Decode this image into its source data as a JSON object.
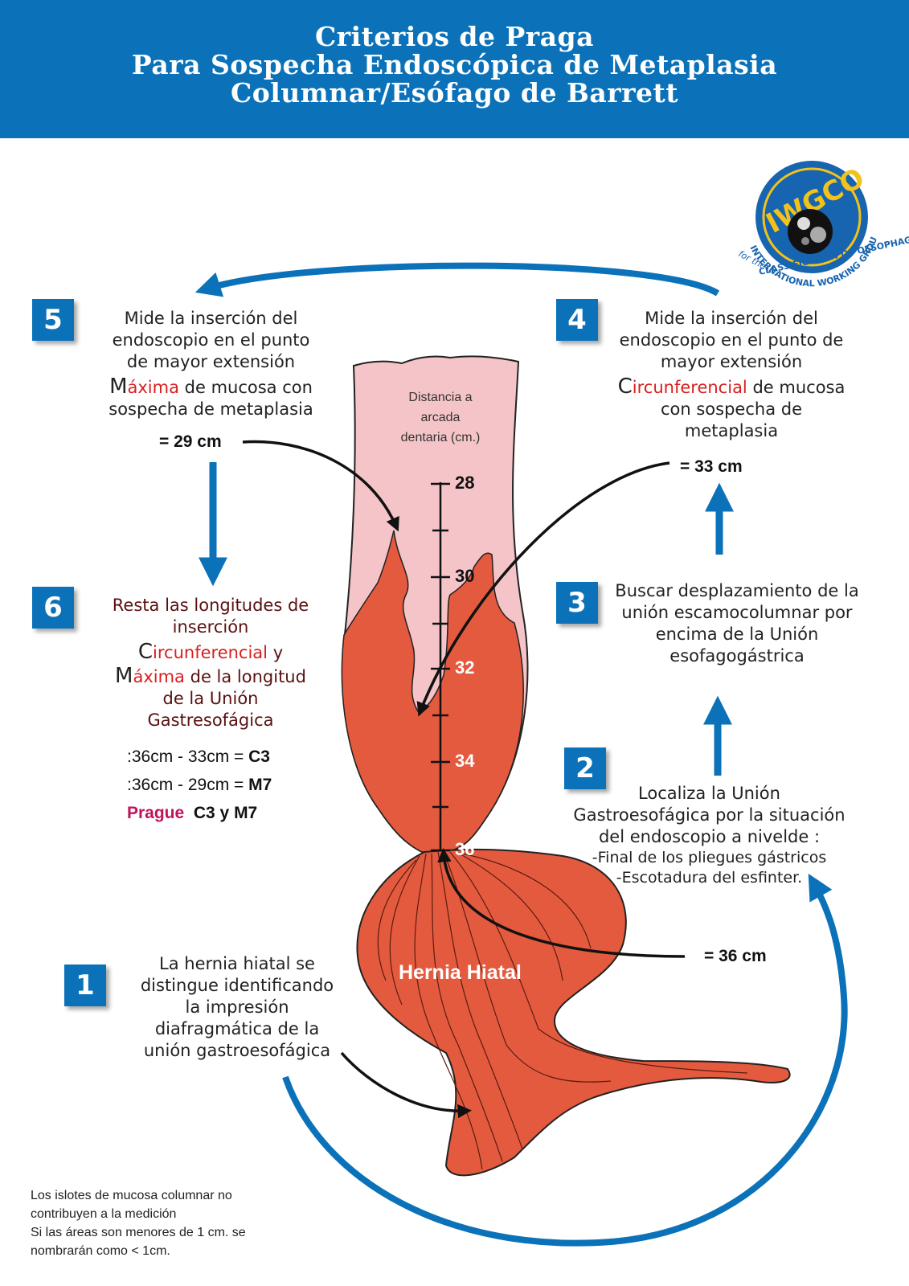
{
  "header": {
    "title_line1": "Criterios de Praga",
    "title_line2": "Para Sospecha Endoscópica de Metaplasia",
    "title_line3": "Columnar/Esófago de Barrett"
  },
  "logo": {
    "acronym": "IWGCO",
    "subtitle_line1": "INTERNATIONAL WORKING GROUP",
    "subtitle_for": "for the",
    "subtitle_line2": "CLASSIFICATION OF OESOPHAGITIS"
  },
  "diagram": {
    "distance_label": [
      "Distancia a",
      "arcada",
      "dentaria (cm.)"
    ],
    "ticks": [
      "28",
      "30",
      "32",
      "34",
      "36"
    ],
    "hernia_label": "Hernia Hiatal"
  },
  "steps": {
    "s1": {
      "number": "1",
      "lines": [
        "La hernia hiatal se",
        "distingue identificando",
        "la impresión",
        "diafragmática de la",
        "unión gastroesofágica"
      ]
    },
    "s2": {
      "number": "2",
      "lines": [
        "Localiza la Unión",
        "Gastroesofágica por la situación",
        "del endoscopio a nivelde :",
        "-Final de los pliegues gástricos",
        "-Escotadura del esfinter."
      ],
      "measurement": "= 36 cm"
    },
    "s3": {
      "number": "3",
      "lines": [
        "Buscar desplazamiento de la",
        "unión escamocolumnar por",
        "encima de la Unión",
        "esofagogástrica"
      ]
    },
    "s4": {
      "number": "4",
      "lines": [
        "Mide la inserción del",
        "endoscopio en el punto de",
        "mayor extensión"
      ],
      "key_first": "C",
      "key_rest": "ircunferencial",
      "after_key": " de mucosa",
      "lines_after": [
        "con sospecha de",
        "metaplasia"
      ],
      "measurement": "= 33 cm"
    },
    "s5": {
      "number": "5",
      "lines": [
        "Mide la inserción del",
        "endoscopio en el punto",
        "de mayor extensión"
      ],
      "key_first": "M",
      "key_rest": "áxima",
      "after_key": " de mucosa con",
      "lines_after": [
        "sospecha de metaplasia"
      ],
      "measurement": "= 29 cm"
    },
    "s6": {
      "number": "6",
      "line1": "Resta las longitudes de",
      "line2": "inserción",
      "c_first": "C",
      "c_rest": "ircunferencial",
      "y": " y",
      "m_first": "M",
      "m_rest": "áxima",
      "m_after": " de la longitud",
      "line5": "de la Unión",
      "line6": "Gastresofágica",
      "calc1_text": ":36cm - 33cm = ",
      "calc1_result": "C3",
      "calc2_text": ":36cm - 29cm = ",
      "calc2_result": "M7",
      "prague_label": "Prague",
      "prague_result": "C3 y M7"
    }
  },
  "footnote": {
    "lines": [
      "Los islotes de mucosa columnar no",
      "contribuyen a la medición",
      "Si las áreas son menores de 1 cm. se",
      "nombrarán como < 1cm."
    ]
  },
  "colors": {
    "banner": "#0b72b9",
    "arrow_blue": "#0b72b9",
    "mucosa_pink": "#f4c4c8",
    "columnar_red": "#e45a3e",
    "key_red": "#d91e1e",
    "prague_magenta": "#c0135a",
    "logo_yellow": "#f2c21b"
  }
}
